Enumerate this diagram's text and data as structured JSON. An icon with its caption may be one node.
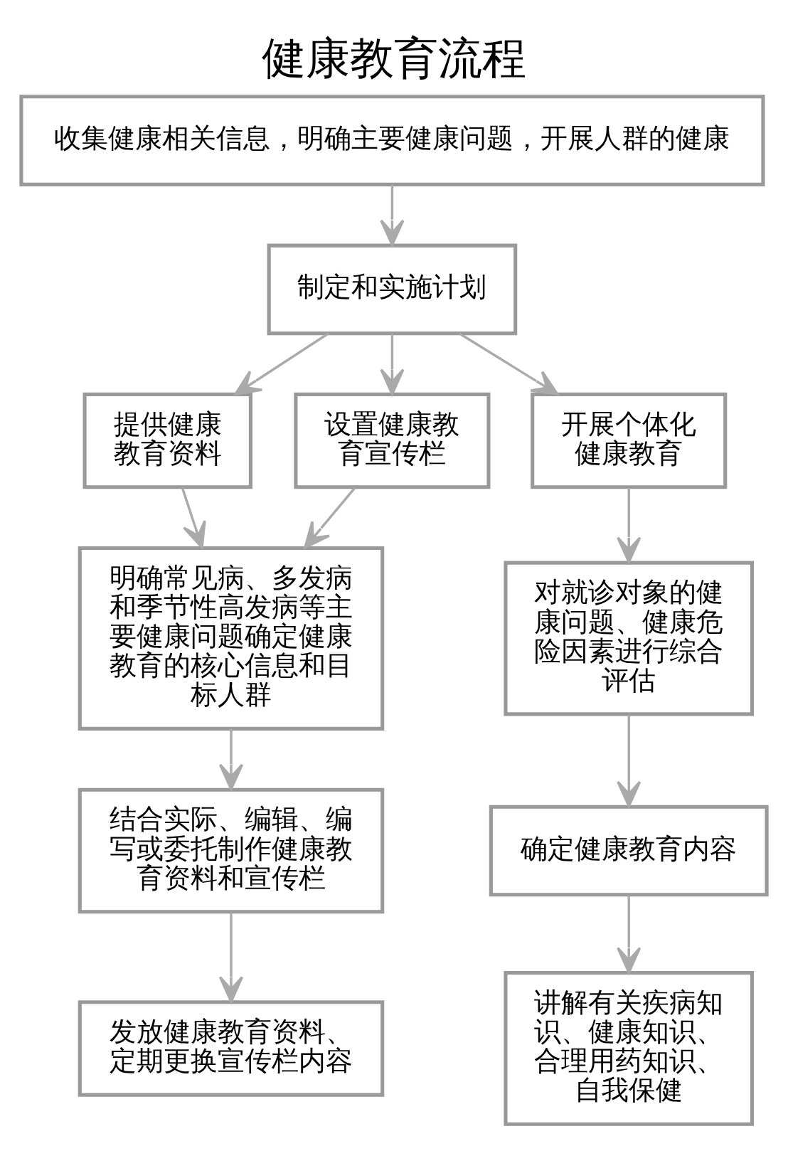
{
  "diagram": {
    "title": "健康教育流程",
    "nodes": [
      {
        "text": [
          "收集健康相关信息，明确主要健康问题，开展人群的健康"
        ]
      },
      {
        "text": [
          "制定和实施计划"
        ]
      },
      {
        "text": [
          "提供健康教育资料"
        ]
      },
      {
        "text": [
          "设置健康教育宣传栏"
        ]
      },
      {
        "text": [
          "开展个体化健康教育"
        ]
      },
      {
        "text": [
          "明确常见病、多发病和季节性高发病等主要健康问题确定健康教育的核心信息和目标人群"
        ]
      },
      {
        "text": [
          "结合实际、编辑、编写或委托制作健康教育资料和宣传栏"
        ]
      },
      {
        "text": [
          "发放健康教育资料、定期更换宣传栏内容"
        ]
      },
      {
        "text": [
          "对就诊对象的健康问题、健康危险因素进行综合评估"
        ]
      },
      {
        "text": [
          "确定健康教育内容"
        ]
      },
      {
        "text": [
          "讲解有关疾病知识、健康知识、合理用药知识、自我保健"
        ]
      }
    ],
    "edges": [
      {
        "from": 0,
        "to": 1,
        "arrow": "to"
      },
      {
        "from": 1,
        "to": 2,
        "arrow": "to"
      },
      {
        "from": 1,
        "to": 3,
        "arrow": "to"
      },
      {
        "from": 1,
        "to": 4,
        "arrow": "to"
      },
      {
        "from": 2,
        "to": 5,
        "arrow": "to"
      },
      {
        "from": 3,
        "to": 5,
        "arrow": "to"
      },
      {
        "from": 5,
        "to": 6,
        "arrow": "to"
      },
      {
        "from": 6,
        "to": 7,
        "arrow": "to"
      },
      {
        "from": 4,
        "to": 8,
        "arrow": "to"
      },
      {
        "from": 8,
        "to": 9,
        "arrow": "to"
      },
      {
        "from": 9,
        "to": 10,
        "arrow": "to"
      }
    ]
  }
}
